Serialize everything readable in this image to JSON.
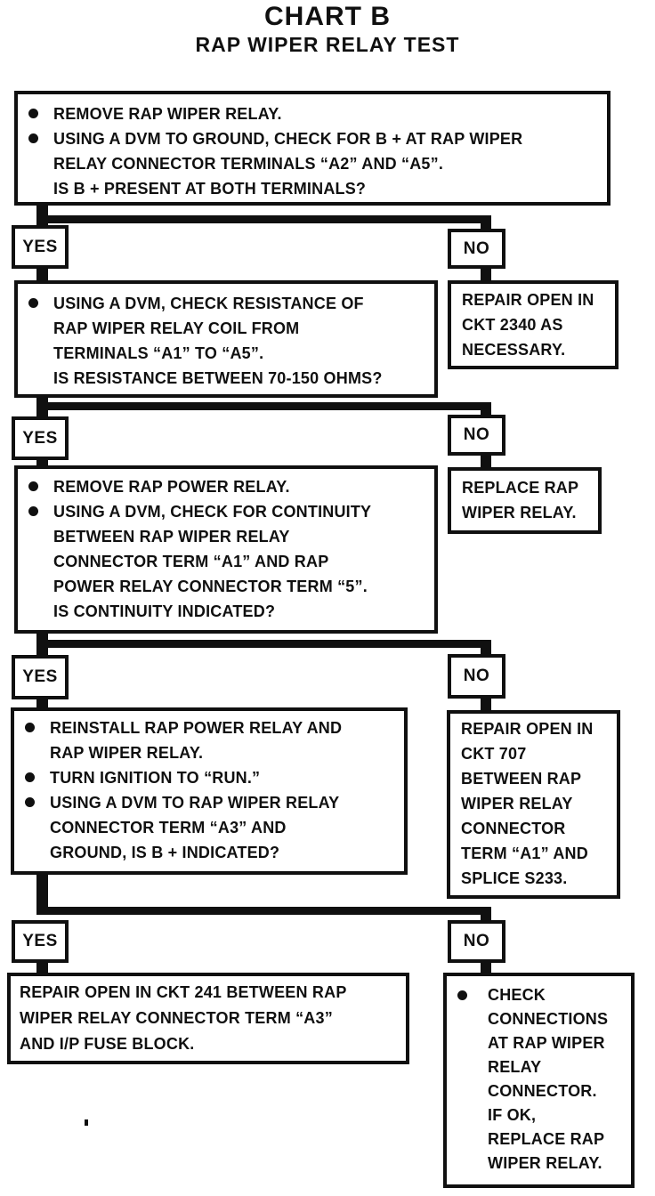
{
  "page": {
    "title": "CHART B",
    "subtitle": "RAP WIPER RELAY TEST"
  },
  "labels": {
    "yes": "YES",
    "no": "NO"
  },
  "colors": {
    "ink": "#101010",
    "paper": "#ffffff"
  },
  "flow": {
    "q1": {
      "lines": [
        {
          "bullet": true,
          "text": "REMOVE RAP WIPER RELAY."
        },
        {
          "bullet": true,
          "text": "USING A DVM TO GROUND, CHECK FOR B + AT RAP WIPER"
        },
        {
          "bullet": false,
          "text": "RELAY CONNECTOR TERMINALS “A2” AND “A5”."
        },
        {
          "bullet": false,
          "text": "IS B + PRESENT AT BOTH TERMINALS?"
        }
      ]
    },
    "no1_action": {
      "lines": [
        {
          "bullet": false,
          "text": "REPAIR OPEN IN"
        },
        {
          "bullet": false,
          "text": "CKT 2340 AS"
        },
        {
          "bullet": false,
          "text": "NECESSARY."
        }
      ]
    },
    "q2": {
      "lines": [
        {
          "bullet": true,
          "text": "USING A DVM, CHECK RESISTANCE OF"
        },
        {
          "bullet": false,
          "text": "RAP WIPER RELAY COIL FROM"
        },
        {
          "bullet": false,
          "text": "TERMINALS “A1” TO “A5”."
        },
        {
          "bullet": false,
          "text": "IS RESISTANCE BETWEEN 70-150 OHMS?"
        }
      ]
    },
    "no2_action": {
      "lines": [
        {
          "bullet": false,
          "text": "REPLACE RAP"
        },
        {
          "bullet": false,
          "text": "WIPER RELAY."
        }
      ]
    },
    "q3": {
      "lines": [
        {
          "bullet": true,
          "text": "REMOVE RAP POWER RELAY."
        },
        {
          "bullet": true,
          "text": "USING A DVM, CHECK FOR CONTINUITY"
        },
        {
          "bullet": false,
          "text": "BETWEEN RAP WIPER RELAY"
        },
        {
          "bullet": false,
          "text": "CONNECTOR TERM “A1” AND RAP"
        },
        {
          "bullet": false,
          "text": "POWER RELAY CONNECTOR TERM “5”."
        },
        {
          "bullet": false,
          "text": "IS CONTINUITY INDICATED?"
        }
      ]
    },
    "no3_action": {
      "lines": [
        {
          "bullet": false,
          "text": "REPAIR OPEN IN"
        },
        {
          "bullet": false,
          "text": "CKT 707"
        },
        {
          "bullet": false,
          "text": "BETWEEN RAP"
        },
        {
          "bullet": false,
          "text": "WIPER RELAY"
        },
        {
          "bullet": false,
          "text": "CONNECTOR"
        },
        {
          "bullet": false,
          "text": "TERM “A1” AND"
        },
        {
          "bullet": false,
          "text": "SPLICE S233."
        }
      ]
    },
    "q4": {
      "lines": [
        {
          "bullet": true,
          "text": "REINSTALL RAP POWER RELAY AND"
        },
        {
          "bullet": false,
          "text": "RAP WIPER RELAY."
        },
        {
          "bullet": true,
          "text": "TURN IGNITION TO “RUN.”"
        },
        {
          "bullet": true,
          "text": "USING A DVM TO RAP WIPER RELAY"
        },
        {
          "bullet": false,
          "text": "CONNECTOR TERM “A3” AND"
        },
        {
          "bullet": false,
          "text": "GROUND, IS B + INDICATED?"
        }
      ]
    },
    "yes4_action": {
      "lines": [
        {
          "bullet": false,
          "text": "REPAIR OPEN IN CKT 241 BETWEEN RAP"
        },
        {
          "bullet": false,
          "text": "WIPER RELAY CONNECTOR TERM “A3”"
        },
        {
          "bullet": false,
          "text": "AND I/P FUSE BLOCK."
        }
      ]
    },
    "no4_action": {
      "lines": [
        {
          "bullet": true,
          "text": "CHECK"
        },
        {
          "bullet": false,
          "text": "CONNECTIONS"
        },
        {
          "bullet": false,
          "text": "AT RAP WIPER"
        },
        {
          "bullet": false,
          "text": "RELAY"
        },
        {
          "bullet": false,
          "text": "CONNECTOR."
        },
        {
          "bullet": false,
          "text": "IF OK,"
        },
        {
          "bullet": false,
          "text": "REPLACE RAP"
        },
        {
          "bullet": false,
          "text": "WIPER RELAY."
        }
      ]
    }
  }
}
